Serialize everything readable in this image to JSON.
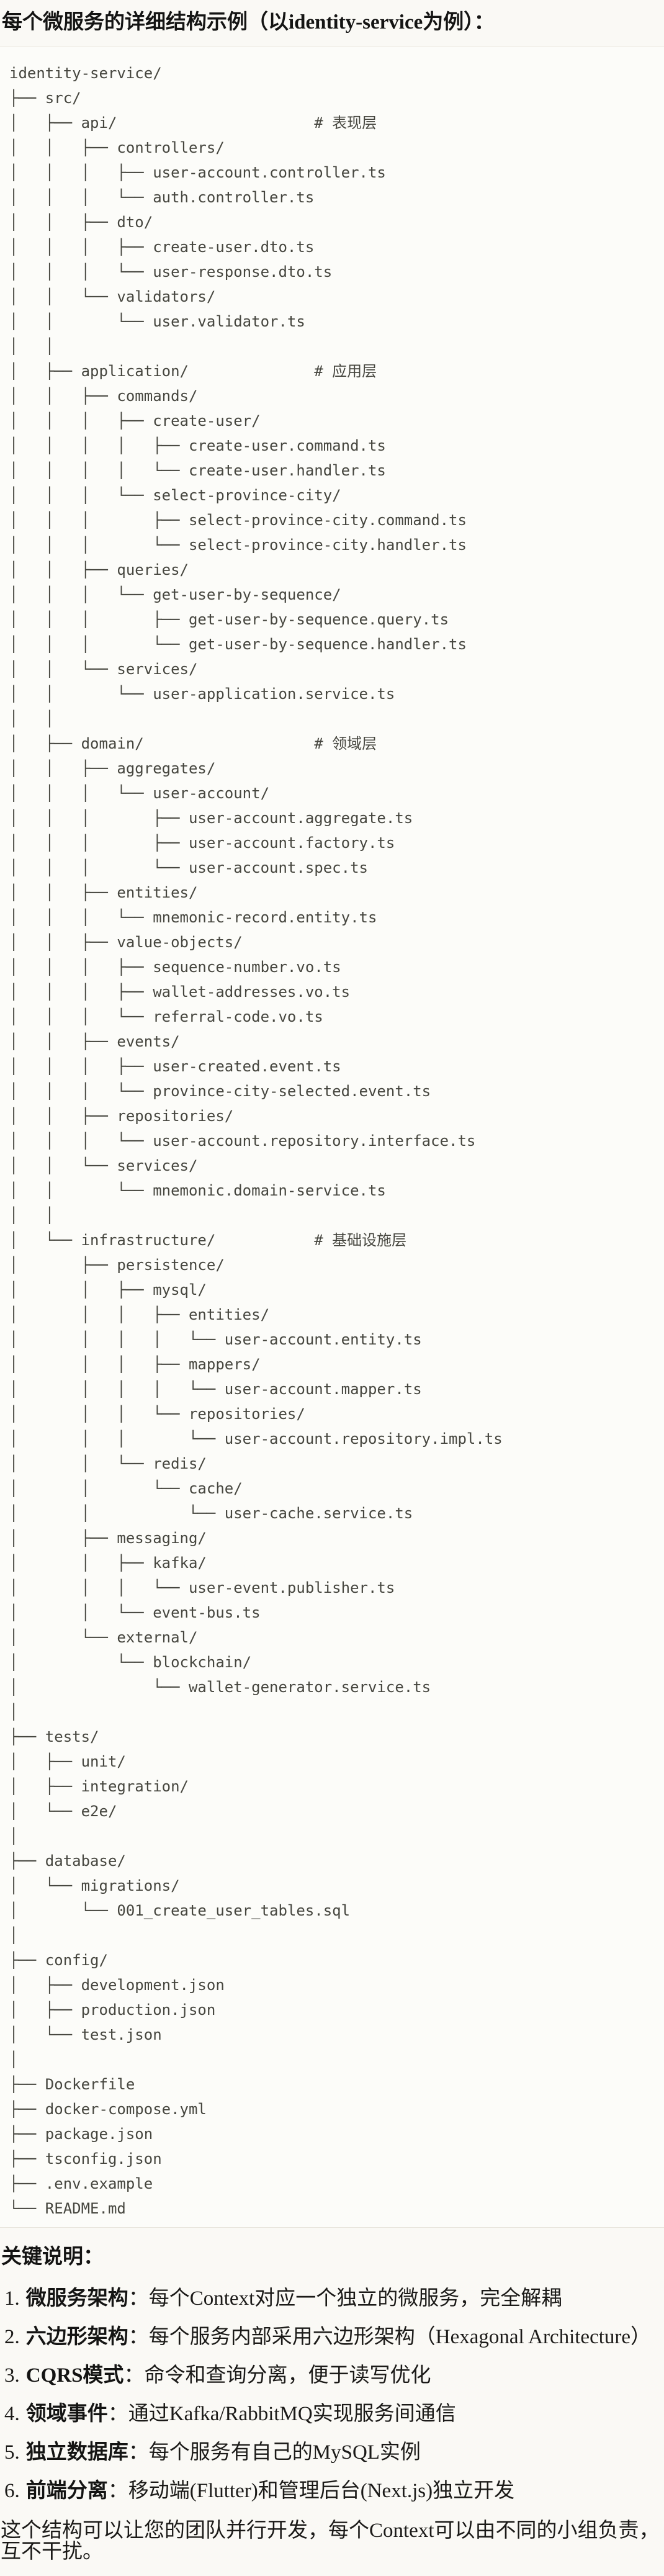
{
  "title": "每个微服务的详细结构示例（以identity-service为例）：",
  "code_block": {
    "language": "text",
    "lines": [
      "identity-service/",
      "├── src/",
      "│   ├── api/                      # 表现层",
      "│   │   ├── controllers/",
      "│   │   │   ├── user-account.controller.ts",
      "│   │   │   └── auth.controller.ts",
      "│   │   ├── dto/",
      "│   │   │   ├── create-user.dto.ts",
      "│   │   │   └── user-response.dto.ts",
      "│   │   └── validators/",
      "│   │       └── user.validator.ts",
      "│   │",
      "│   ├── application/              # 应用层",
      "│   │   ├── commands/",
      "│   │   │   ├── create-user/",
      "│   │   │   │   ├── create-user.command.ts",
      "│   │   │   │   └── create-user.handler.ts",
      "│   │   │   └── select-province-city/",
      "│   │   │       ├── select-province-city.command.ts",
      "│   │   │       └── select-province-city.handler.ts",
      "│   │   ├── queries/",
      "│   │   │   └── get-user-by-sequence/",
      "│   │   │       ├── get-user-by-sequence.query.ts",
      "│   │   │       └── get-user-by-sequence.handler.ts",
      "│   │   └── services/",
      "│   │       └── user-application.service.ts",
      "│   │",
      "│   ├── domain/                   # 领域层",
      "│   │   ├── aggregates/",
      "│   │   │   └── user-account/",
      "│   │   │       ├── user-account.aggregate.ts",
      "│   │   │       ├── user-account.factory.ts",
      "│   │   │       └── user-account.spec.ts",
      "│   │   ├── entities/",
      "│   │   │   └── mnemonic-record.entity.ts",
      "│   │   ├── value-objects/",
      "│   │   │   ├── sequence-number.vo.ts",
      "│   │   │   ├── wallet-addresses.vo.ts",
      "│   │   │   └── referral-code.vo.ts",
      "│   │   ├── events/",
      "│   │   │   ├── user-created.event.ts",
      "│   │   │   └── province-city-selected.event.ts",
      "│   │   ├── repositories/",
      "│   │   │   └── user-account.repository.interface.ts",
      "│   │   └── services/",
      "│   │       └── mnemonic.domain-service.ts",
      "│   │",
      "│   └── infrastructure/           # 基础设施层",
      "│       ├── persistence/",
      "│       │   ├── mysql/",
      "│       │   │   ├── entities/",
      "│       │   │   │   └── user-account.entity.ts",
      "│       │   │   ├── mappers/",
      "│       │   │   │   └── user-account.mapper.ts",
      "│       │   │   └── repositories/",
      "│       │   │       └── user-account.repository.impl.ts",
      "│       │   └── redis/",
      "│       │       └── cache/",
      "│       │           └── user-cache.service.ts",
      "│       ├── messaging/",
      "│       │   ├── kafka/",
      "│       │   │   └── user-event.publisher.ts",
      "│       │   └── event-bus.ts",
      "│       └── external/",
      "│           └── blockchain/",
      "│               └── wallet-generator.service.ts",
      "│",
      "├── tests/",
      "│   ├── unit/",
      "│   ├── integration/",
      "│   └── e2e/",
      "│",
      "├── database/",
      "│   └── migrations/",
      "│       └── 001_create_user_tables.sql",
      "│",
      "├── config/",
      "│   ├── development.json",
      "│   ├── production.json",
      "│   └── test.json",
      "│",
      "├── Dockerfile",
      "├── docker-compose.yml",
      "├── package.json",
      "├── tsconfig.json",
      "├── .env.example",
      "└── README.md"
    ]
  },
  "notes": {
    "heading": "关键说明：",
    "items": [
      {
        "num": "1.",
        "label": "微服务架构",
        "text": "：每个Context对应一个独立的微服务，完全解耦"
      },
      {
        "num": "2.",
        "label": "六边形架构",
        "text": "：每个服务内部采用六边形架构（Hexagonal Architecture）"
      },
      {
        "num": "3.",
        "label": "CQRS模式",
        "text": "：命令和查询分离，便于读写优化"
      },
      {
        "num": "4.",
        "label": "领域事件",
        "text": "：通过Kafka/RabbitMQ实现服务间通信"
      },
      {
        "num": "5.",
        "label": "独立数据库",
        "text": "：每个服务有自己的MySQL实例"
      },
      {
        "num": "6.",
        "label": "前端分离",
        "text": "：移动端(Flutter)和管理后台(Next.js)独立开发"
      }
    ],
    "footer": "这个结构可以让您的团队并行开发，每个Context可以由不同的小组负责，互不干扰。"
  }
}
